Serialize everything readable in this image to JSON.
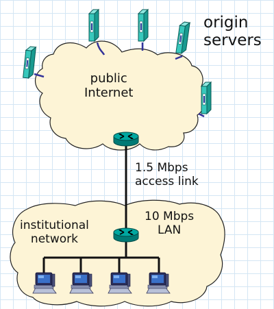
{
  "labels": {
    "origin_servers": [
      "origin",
      "servers"
    ],
    "public_internet": [
      "public",
      "Internet"
    ],
    "access_link": [
      "1.5 Mbps",
      "access link"
    ],
    "lan": [
      "10 Mbps",
      "LAN"
    ],
    "institutional_network": [
      "institutional",
      "network"
    ]
  },
  "colors": {
    "cloud_fill": "#fdf4d6",
    "cloud_stroke": "#222222",
    "server_fill": "#38c8bc",
    "server_stroke": "#0a5a55",
    "server_screen": "#2840a0",
    "router_fill": "#00a7a0",
    "link": "#111111",
    "connector": "#333399",
    "pc_monitor": "#2a2f5c",
    "pc_screen": "#3a70c8"
  },
  "icons": {
    "origin_server": "server-tower-icon",
    "router": "router-icon",
    "workstation": "desktop-computer-icon"
  },
  "counts": {
    "origin_servers": 5,
    "workstations": 4
  }
}
